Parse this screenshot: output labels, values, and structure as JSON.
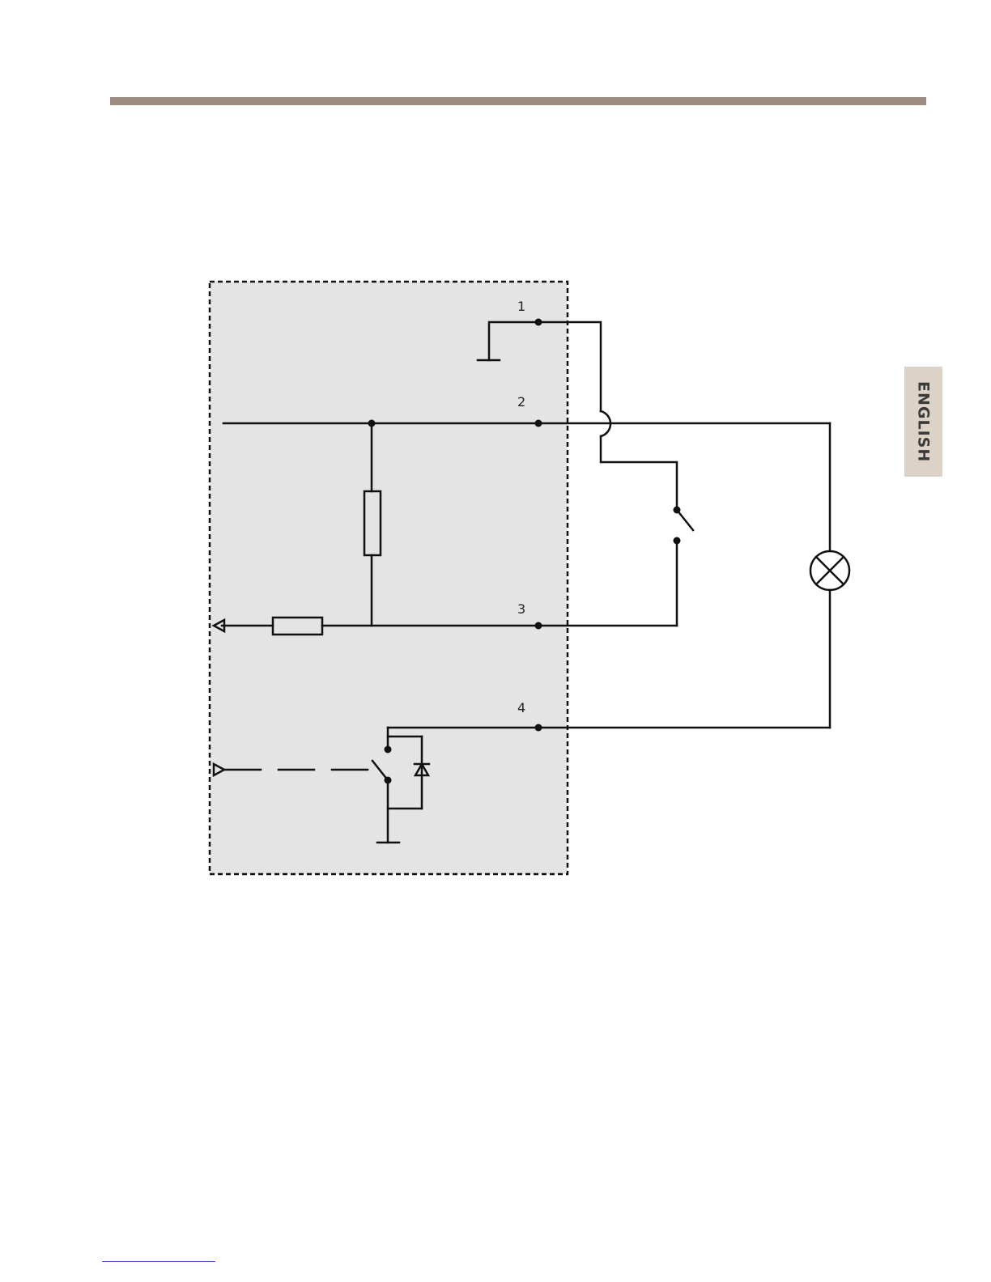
{
  "colors": {
    "header_rule": "#9c8b7e",
    "language_tab_bg": "#ddd2c8",
    "device_area_bg": "#e4e4e4",
    "wire": "#111111",
    "footnote_rule": "#2a3bbf"
  },
  "language_tab": {
    "label": "ENGLISH"
  },
  "diagram": {
    "pins": [
      {
        "label": "1"
      },
      {
        "label": "2"
      },
      {
        "label": "3"
      },
      {
        "label": "4"
      }
    ],
    "symbols": [
      "ground-icon",
      "resistor-icon",
      "switch-icon",
      "lamp-icon",
      "diode-icon",
      "arrow-icon"
    ]
  }
}
